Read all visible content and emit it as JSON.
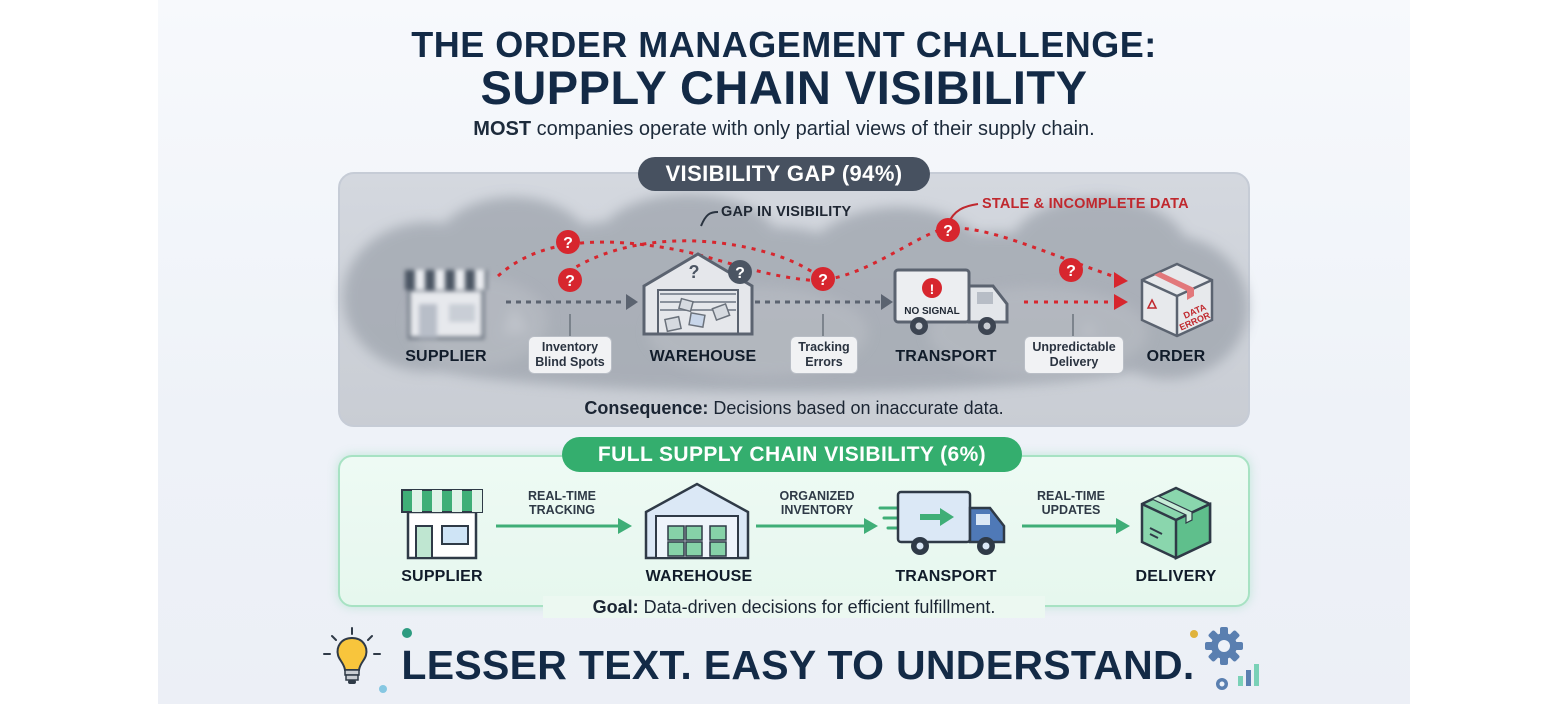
{
  "header": {
    "title_line1": "THE ORDER MANAGEMENT CHALLENGE:",
    "title_line2": "SUPPLY CHAIN VISIBILITY",
    "subtitle_bold": "MOST",
    "subtitle_rest": " companies operate with only partial views of their supply chain."
  },
  "gap_section": {
    "pill": "VISIBILITY GAP (94%)",
    "callout_gap": "GAP IN VISIBILITY",
    "callout_stale": "STALE & INCOMPLETE DATA",
    "stages": [
      "SUPPLIER",
      "WAREHOUSE",
      "TRANSPORT",
      "ORDER"
    ],
    "chips": {
      "inventory_l1": "Inventory",
      "inventory_l2": "Blind Spots",
      "tracking_l1": "Tracking",
      "tracking_l2": "Errors",
      "unpredictable_l1": "Unpredictable",
      "unpredictable_l2": "Delivery"
    },
    "truck_text": "NO SIGNAL",
    "box_text_l1": "DATA",
    "box_text_l2": "ERROR",
    "question_mark": "?",
    "exclamation": "!",
    "consequence_bold": "Consequence:",
    "consequence_rest": " Decisions based on inaccurate data."
  },
  "full_section": {
    "pill": "FULL SUPPLY CHAIN VISIBILITY (6%)",
    "stages": [
      "SUPPLIER",
      "WAREHOUSE",
      "TRANSPORT",
      "DELIVERY"
    ],
    "arrow_labels": {
      "a1_l1": "REAL-TIME",
      "a1_l2": "TRACKING",
      "a2_l1": "ORGANIZED",
      "a2_l2": "INVENTORY",
      "a3_l1": "REAL-TIME",
      "a3_l2": "UPDATES"
    },
    "goal_bold": "Goal:",
    "goal_rest": " Data-driven decisions for efficient fulfillment."
  },
  "footer": {
    "tagline": "LESSER TEXT. EASY TO UNDERSTAND."
  },
  "colors": {
    "navy": "#132a46",
    "gap_pill": "#475160",
    "green": "#34ae6e",
    "red": "#d7262e",
    "store_green": "#3fae77",
    "truck_blue": "#4f79b7"
  },
  "icons": [
    "lightbulb-icon",
    "gear-icon",
    "bar-chart-icon",
    "store-icon",
    "warehouse-icon",
    "truck-icon",
    "box-icon",
    "question-icon"
  ]
}
